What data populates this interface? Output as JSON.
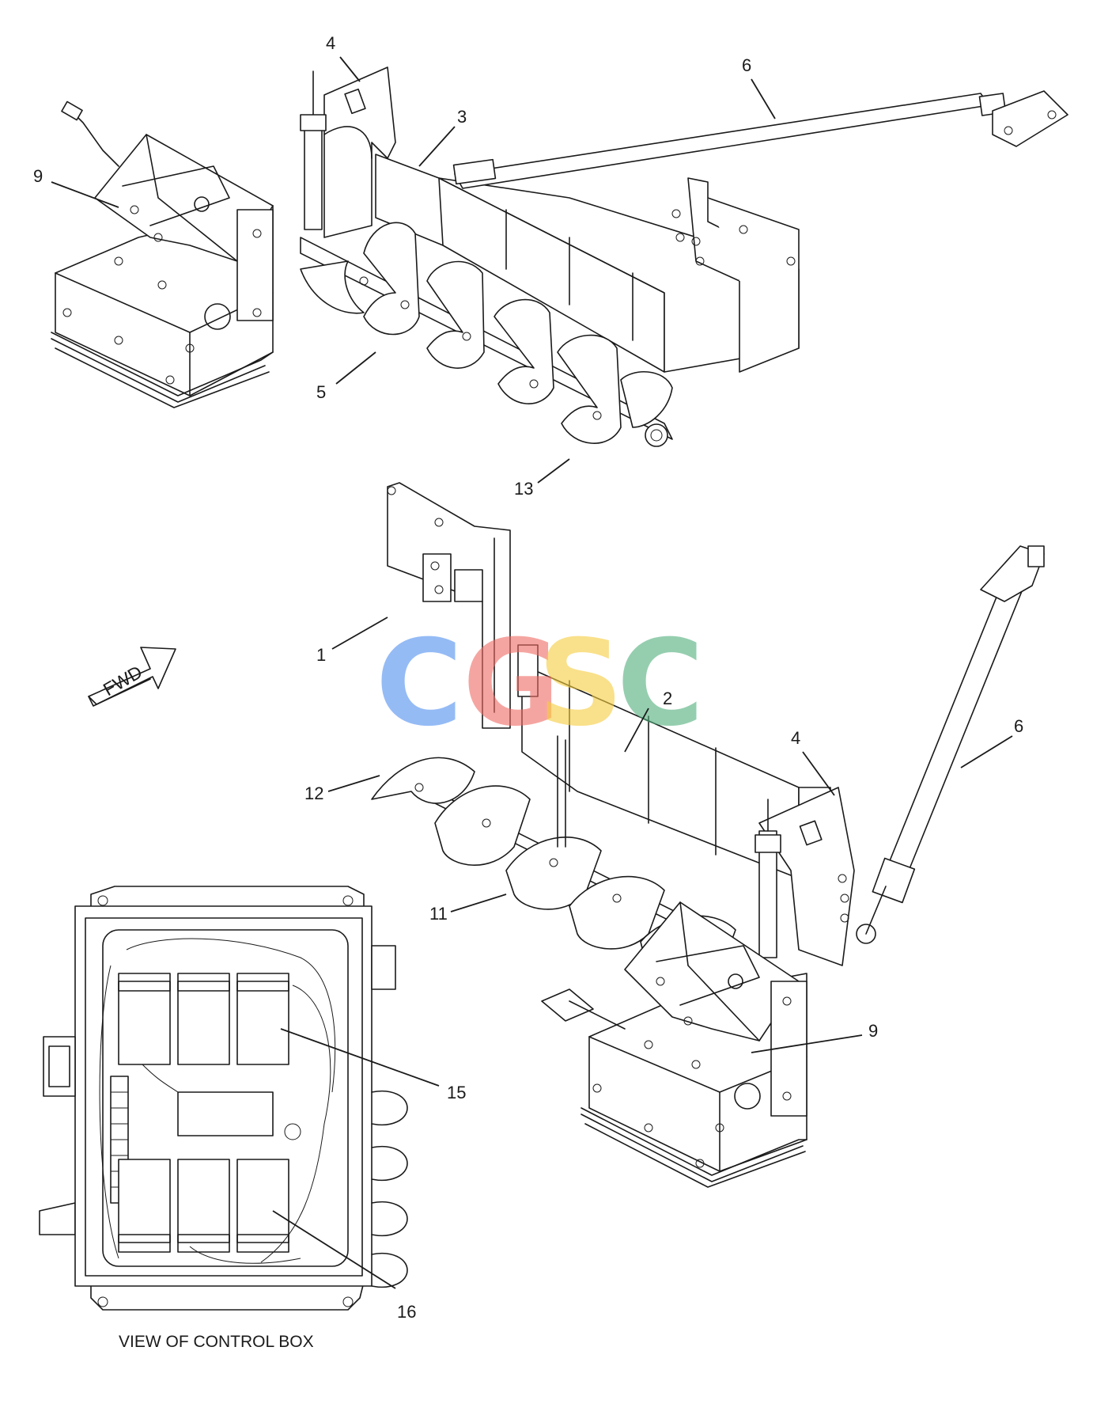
{
  "callouts": {
    "c1": "1",
    "c2": "2",
    "c3": "3",
    "c4_top": "4",
    "c4_bottom": "4",
    "c5": "5",
    "c6_top": "6",
    "c6_bottom": "6",
    "c9_top": "9",
    "c9_bottom": "9",
    "c11": "11",
    "c12": "12",
    "c13": "13",
    "c15": "15",
    "c16": "16"
  },
  "fwd_label": "FWD",
  "caption": "VIEW OF CONTROL BOX",
  "watermark": {
    "letters": [
      "C",
      "G",
      "S",
      "C"
    ],
    "colors": [
      "#4f8ff0",
      "#ef6b63",
      "#f6cd3e",
      "#4fae7b"
    ]
  }
}
